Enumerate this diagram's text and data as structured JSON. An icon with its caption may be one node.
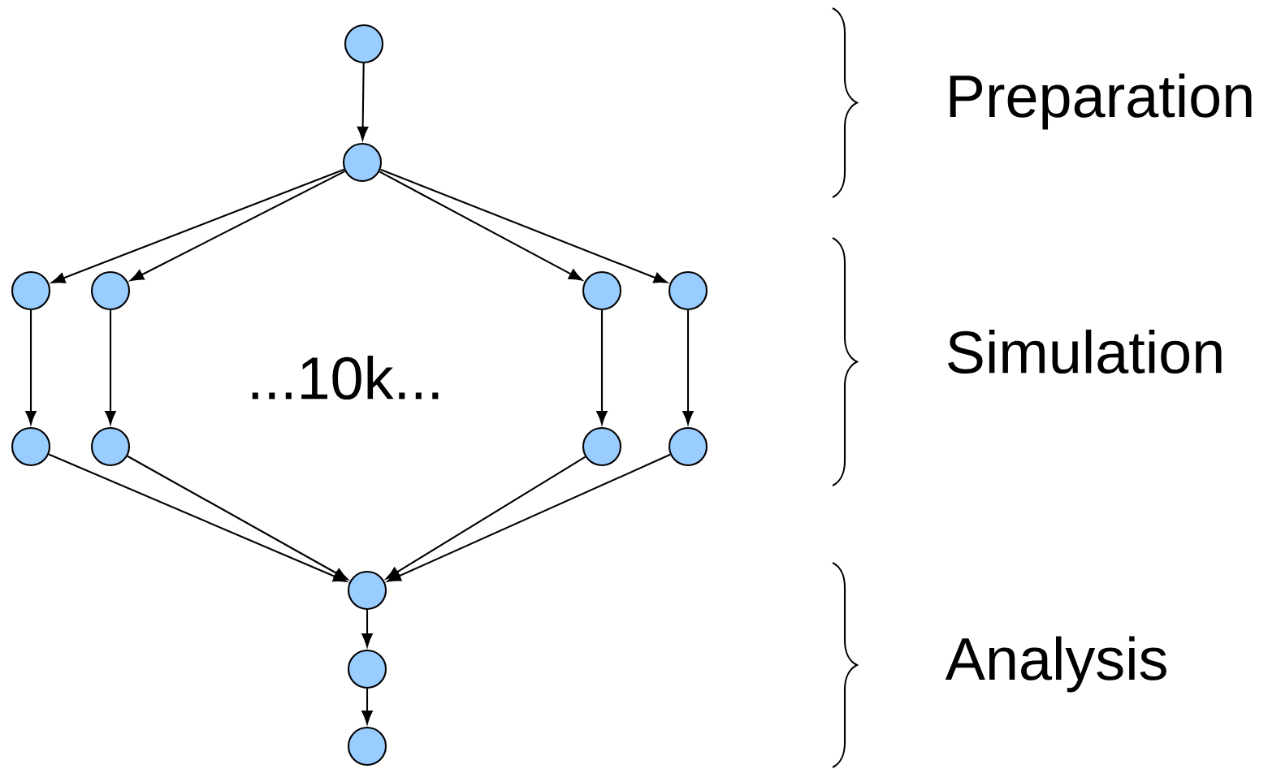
{
  "diagram": {
    "nodes": [
      {
        "text": [],
        "shape": "circle"
      },
      {
        "text": [],
        "shape": "circle"
      },
      {
        "text": [],
        "shape": "circle"
      },
      {
        "text": [],
        "shape": "circle"
      },
      {
        "text": [],
        "shape": "circle"
      },
      {
        "text": [],
        "shape": "circle"
      },
      {
        "text": [],
        "shape": "circle"
      },
      {
        "text": [],
        "shape": "circle"
      },
      {
        "text": [],
        "shape": "circle"
      },
      {
        "text": [],
        "shape": "circle"
      },
      {
        "text": [],
        "shape": "circle"
      },
      {
        "text": [],
        "shape": "circle"
      },
      {
        "text": [],
        "shape": "circle"
      }
    ],
    "edges": [
      {
        "from": 0,
        "to": 1,
        "arrow": "to"
      },
      {
        "from": 1,
        "to": 2,
        "arrow": "to"
      },
      {
        "from": 1,
        "to": 3,
        "arrow": "to"
      },
      {
        "from": 1,
        "to": 4,
        "arrow": "to"
      },
      {
        "from": 1,
        "to": 5,
        "arrow": "to"
      },
      {
        "from": 2,
        "to": 6,
        "arrow": "to"
      },
      {
        "from": 3,
        "to": 7,
        "arrow": "to"
      },
      {
        "from": 4,
        "to": 8,
        "arrow": "to"
      },
      {
        "from": 5,
        "to": 9,
        "arrow": "to"
      },
      {
        "from": 6,
        "to": 10,
        "arrow": "to"
      },
      {
        "from": 7,
        "to": 10,
        "arrow": "to"
      },
      {
        "from": 8,
        "to": 10,
        "arrow": "to"
      },
      {
        "from": 9,
        "to": 10,
        "arrow": "to"
      },
      {
        "from": 10,
        "to": 11,
        "arrow": "to"
      },
      {
        "from": 11,
        "to": 12,
        "arrow": "to"
      }
    ],
    "labels": [
      "...10k...",
      "Preparation",
      "Simulation",
      "Analysis"
    ]
  }
}
